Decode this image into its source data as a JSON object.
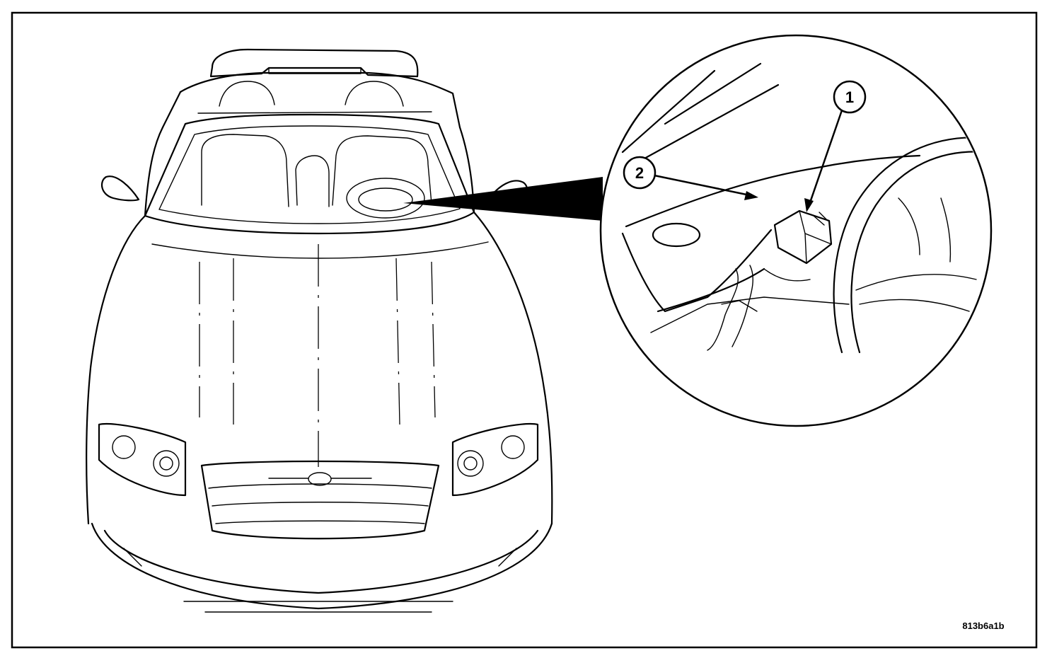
{
  "figure": {
    "callouts": [
      {
        "number": "1"
      },
      {
        "number": "2"
      }
    ],
    "figure_id": "813b6a1b"
  }
}
